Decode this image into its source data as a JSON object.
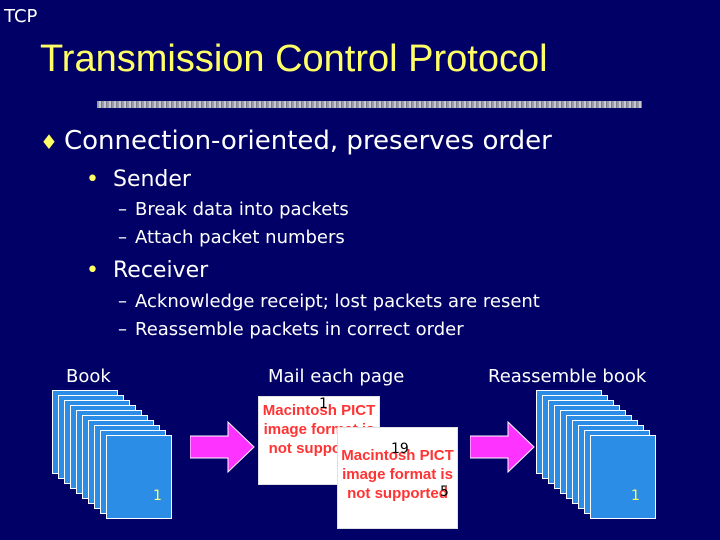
{
  "header": {
    "corner_label": "TCP",
    "title": "Transmission Control Protocol"
  },
  "content": {
    "main_point": "Connection-oriented, preserves order",
    "sender": {
      "label": "Sender",
      "items": [
        "Break data into packets",
        "Attach packet numbers"
      ]
    },
    "receiver": {
      "label": "Receiver",
      "items": [
        "Acknowledge receipt;  lost packets are resent",
        "Reassemble packets in correct order"
      ]
    }
  },
  "diagram": {
    "book_label": "Book",
    "mail_label": "Mail each page",
    "reassemble_label": "Reassemble book",
    "book_page_number": "1",
    "packets": [
      {
        "placeholder": "Macintosh PICT image format is not supported",
        "page_number": "1"
      },
      {
        "placeholder": "Macintosh PICT image format is not supported",
        "page_number": "19"
      }
    ],
    "packet_extra_number": "5",
    "reassembled_page_number": "1"
  },
  "colors": {
    "background": "#000066",
    "title": "#ffff66",
    "page_fill": "#2b8de6",
    "arrow": "#ff33ff",
    "placeholder_text": "#ff3333"
  },
  "icons": {
    "main_bullet": "diamond-bullet-icon",
    "arrows": "right-arrow-icon"
  }
}
